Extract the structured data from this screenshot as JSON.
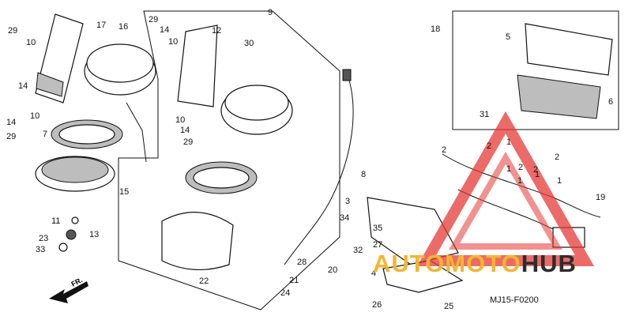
{
  "diagram": {
    "code": "MJ15-F0200",
    "direction_label": "FR.",
    "watermark": {
      "part1": "AUTOMOTO",
      "part2": "HUB"
    },
    "callouts": [
      "29",
      "10",
      "17",
      "16",
      "14",
      "10",
      "7",
      "14",
      "29",
      "15",
      "11",
      "13",
      "23",
      "33",
      "9",
      "29",
      "14",
      "10",
      "12",
      "30",
      "10",
      "14",
      "29",
      "22",
      "8",
      "3",
      "34",
      "35",
      "32",
      "27",
      "28",
      "21",
      "24",
      "20",
      "4",
      "26",
      "25",
      "18",
      "5",
      "6",
      "31",
      "2",
      "2",
      "1",
      "1",
      "2",
      "2",
      "1",
      "1",
      "2",
      "1",
      "19"
    ]
  },
  "colors": {
    "watermark_accent": "#f2b630",
    "watermark_dark": "#2d2d2d",
    "triangle": "#e53935"
  }
}
